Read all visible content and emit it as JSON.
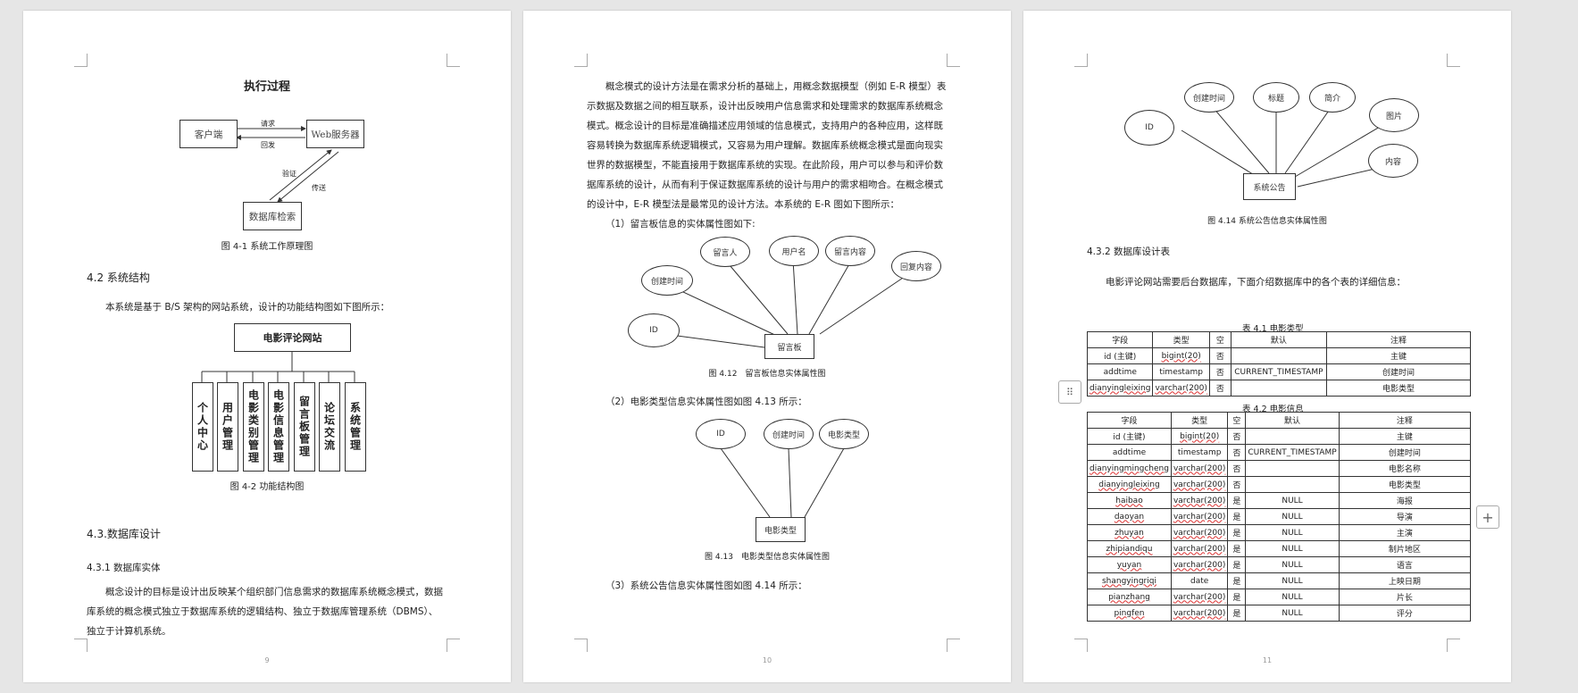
{
  "page1": {
    "title": "执行过程",
    "flow": {
      "client": "客户端",
      "server": "Web服务器",
      "db": "数据库检索",
      "request": "请求",
      "reply": "回发",
      "verify": "验证",
      "transfer": "传送"
    },
    "fig1": "图 4-1 系统工作原理图",
    "h42": "4.2 系统结构",
    "p42": "本系统是基于 B/S 架构的网站系统，设计的功能结构图如下图所示：",
    "root": "电影评论网站",
    "modules": [
      "个人中心",
      "用户管理",
      "电影类别管理",
      "电影信息管理",
      "留言板管理",
      "论坛交流",
      "系统管理"
    ],
    "fig2": "图 4-2 功能结构图",
    "h43": "4.3.数据库设计",
    "h431": "4.3.1 数据库实体",
    "para": [
      "概念设计的目标是设计出反映某个组织部门信息需求的数据库系统概念模式，数据",
      "库系统的概念模式独立于数据库系统的逻辑结构、独立于数据库管理系统（DBMS）、",
      "独立于计算机系统。"
    ],
    "pnum": "9"
  },
  "page2": {
    "para": [
      "概念模式的设计方法是在需求分析的基础上，用概念数据模型（例如 E-R 模型）表",
      "示数据及数据之间的相互联系，设计出反映用户信息需求和处理需求的数据库系统概念",
      "模式。概念设计的目标是准确描述应用领域的信息模式，支持用户的各种应用，这样既",
      "容易转换为数据库系统逻辑模式，又容易为用户理解。数据库系统概念模式是面向现实",
      "世界的数据模型，不能直接用于数据库系统的实现。在此阶段，用户可以参与和评价数",
      "据库系统的设计，从而有利于保证数据库系统的设计与用户的需求相吻合。在概念模式",
      "的设计中，E-R 模型法是最常见的设计方法。本系统的 E-R 图如下图所示："
    ],
    "s1": "（1）留言板信息的实体属性图如下:",
    "er1": {
      "entity": "留言板",
      "attrs": [
        "留言人",
        "用户名",
        "留言内容",
        "回复内容",
        "创建时间",
        "ID"
      ]
    },
    "fig12": "图 4.12　留言板信息实体属性图",
    "s2": "（2）电影类型信息实体属性图如图 4.13 所示：",
    "er2": {
      "entity": "电影类型",
      "attrs": [
        "ID",
        "创建时间",
        "电影类型"
      ]
    },
    "fig13": "图 4.13　电影类型信息实体属性图",
    "s3": "（3）系统公告信息实体属性图如图 4.14 所示：",
    "pnum": "10"
  },
  "page3": {
    "er3": {
      "entity": "系统公告",
      "attrs": [
        "创建时间",
        "标题",
        "简介",
        "图片",
        "ID",
        "内容"
      ]
    },
    "fig14": "图 4.14 系统公告信息实体属性图",
    "h432": "4.3.2 数据库设计表",
    "p432": "电影评论网站需要后台数据库，下面介绍数据库中的各个表的详细信息：",
    "t1cap": "表 4.1 电影类型",
    "headers": [
      "字段",
      "类型",
      "空",
      "默认",
      "注释"
    ],
    "t1rows": [
      [
        "id (主键)",
        "bigint(20)",
        "否",
        "",
        "主键"
      ],
      [
        "addtime",
        "timestamp",
        "否",
        "CURRENT_TIMESTAMP",
        "创建时间"
      ],
      [
        "dianyingleixing",
        "varchar(200)",
        "否",
        "",
        "电影类型"
      ]
    ],
    "t2cap": "表 4.2 电影信息",
    "t2rows": [
      [
        "id (主键)",
        "bigint(20)",
        "否",
        "",
        "主键"
      ],
      [
        "addtime",
        "timestamp",
        "否",
        "CURRENT_TIMESTAMP",
        "创建时间"
      ],
      [
        "dianyingmingcheng",
        "varchar(200)",
        "否",
        "",
        "电影名称"
      ],
      [
        "dianyingleixing",
        "varchar(200)",
        "否",
        "",
        "电影类型"
      ],
      [
        "haibao",
        "varchar(200)",
        "是",
        "NULL",
        "海报"
      ],
      [
        "daoyan",
        "varchar(200)",
        "是",
        "NULL",
        "导演"
      ],
      [
        "zhuyan",
        "varchar(200)",
        "是",
        "NULL",
        "主演"
      ],
      [
        "zhipiandiqu",
        "varchar(200)",
        "是",
        "NULL",
        "制片地区"
      ],
      [
        "yuyan",
        "varchar(200)",
        "是",
        "NULL",
        "语言"
      ],
      [
        "shangyingriqi",
        "date",
        "是",
        "NULL",
        "上映日期"
      ],
      [
        "pianzhang",
        "varchar(200)",
        "是",
        "NULL",
        "片长"
      ],
      [
        "pingfen",
        "varchar(200)",
        "是",
        "NULL",
        "评分"
      ]
    ],
    "pnum": "11"
  }
}
